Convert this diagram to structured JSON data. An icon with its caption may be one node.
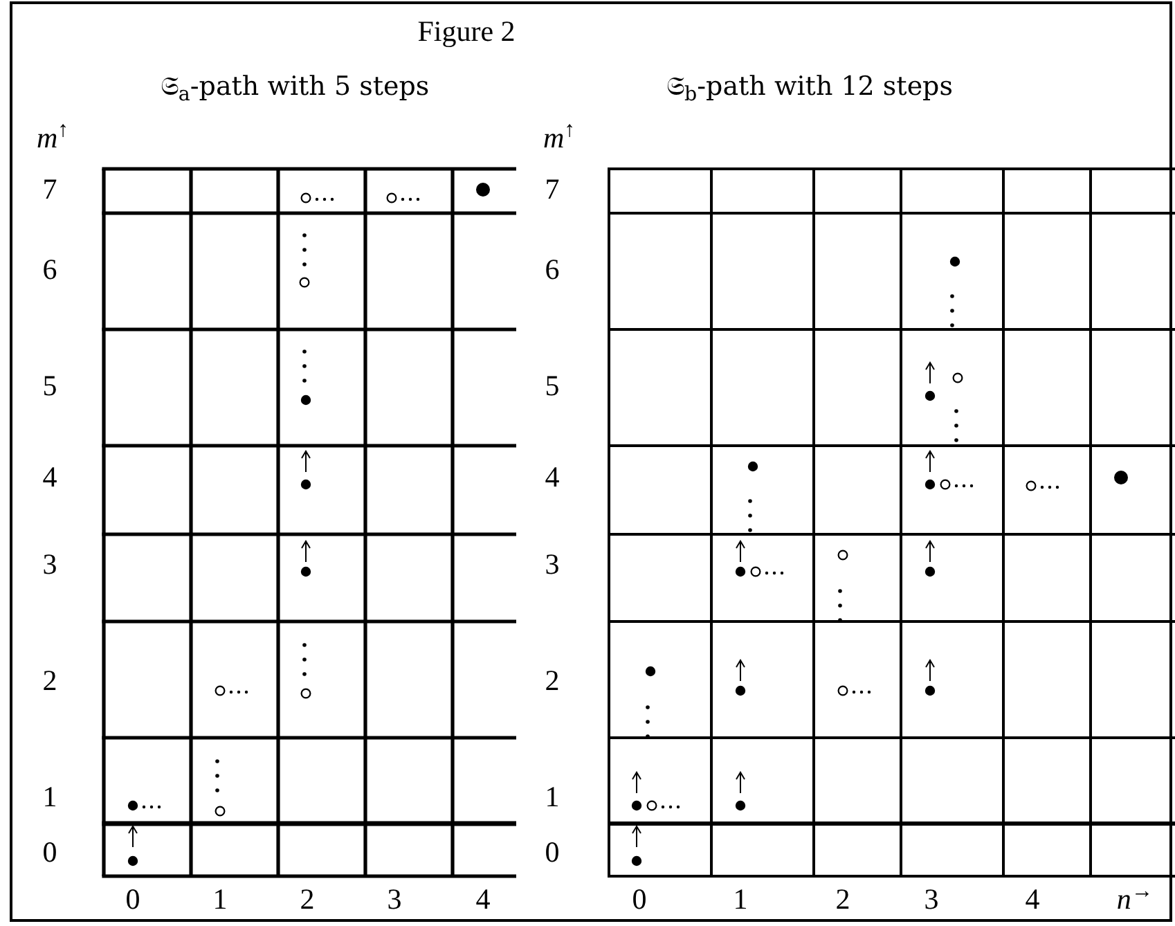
{
  "diagram": {
    "title": "Figure 2",
    "labels": [
      "𝔖$_{a}$-path with 5 steps",
      "𝔖$_{b}$-path with 12 steps",
      "*m*$^{↑}$",
      "*m*$^{↑}$",
      "7",
      "6",
      "5",
      "4",
      "3",
      "2",
      "1",
      "0",
      "7",
      "6",
      "5",
      "4",
      "3",
      "2",
      "1",
      "0",
      "0",
      "1",
      "2",
      "3",
      "4",
      "0",
      "1",
      "2",
      "3",
      "4",
      "*n*$^{→}$"
    ]
  }
}
